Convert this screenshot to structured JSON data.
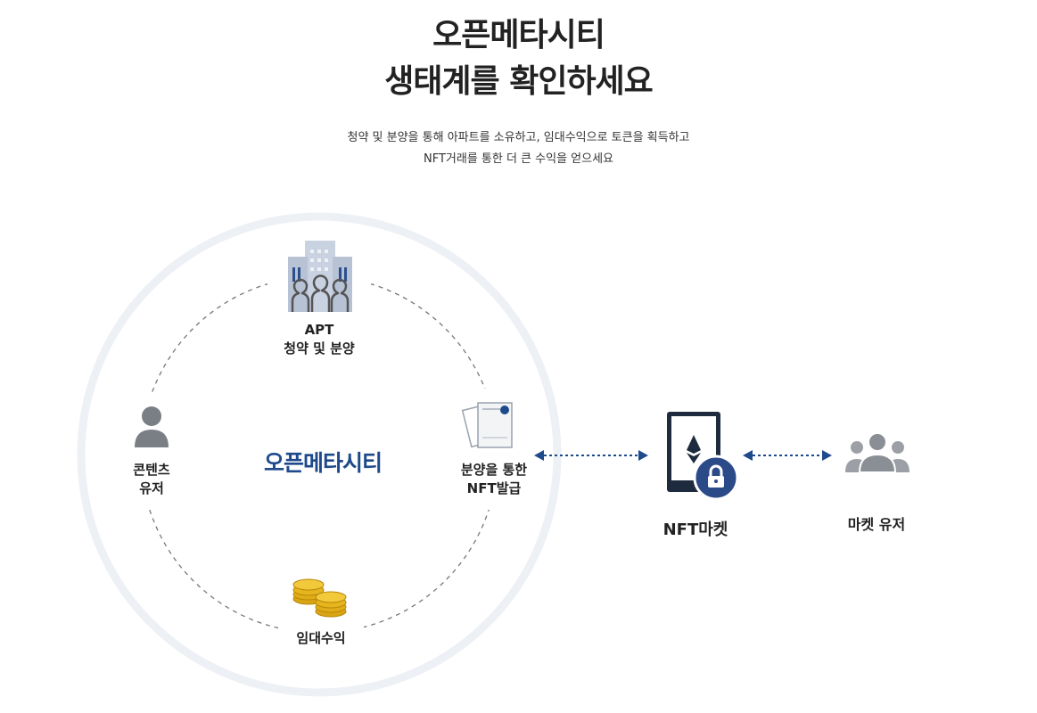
{
  "header": {
    "title_line1": "오픈메타시티",
    "title_line2": "생태계를 확인하세요",
    "desc_line1": "청약 및 분양을 통해 아파트를 소유하고, 임대수익으로 토큰을 획득하고",
    "desc_line2": "NFT거래를 통한 더 큰 수익을 얻으세요"
  },
  "diagram": {
    "center": "오픈메타시티",
    "apt": {
      "line1": "APT",
      "line2": "청약 및 분양"
    },
    "content_user": {
      "line1": "콘텐츠",
      "line2": "유저"
    },
    "nft_issue": {
      "line1": "분양을 통한",
      "line2": "NFT발급"
    },
    "rent": "임대수익",
    "nft_market": "NFT마켓",
    "market_user": "마켓 유저"
  },
  "colors": {
    "brand_blue": "#1e4a8c",
    "outer_ring": "#edf0f5",
    "icon_gray": "#7a7e85",
    "dashed_ring": "#777777",
    "coin_gold": "#e8b820"
  },
  "icons": [
    "apartment-building-icon",
    "person-icon",
    "nft-document-icon",
    "coins-icon",
    "phone-lock-ethereum-icon",
    "user-group-icon",
    "double-arrow-icon"
  ]
}
